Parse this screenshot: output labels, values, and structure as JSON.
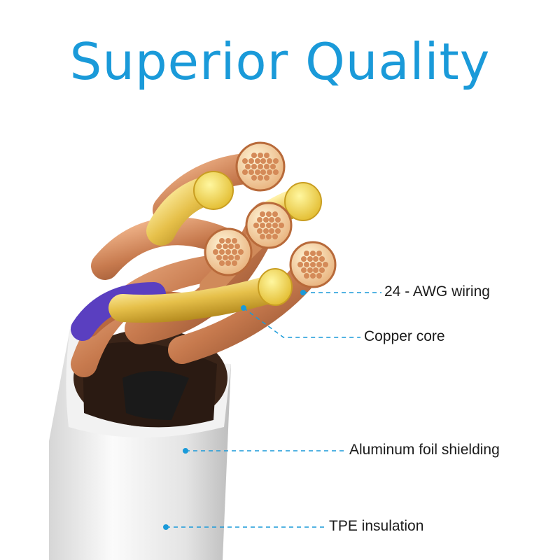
{
  "title": "Superior Quality",
  "colors": {
    "title": "#1a9ad9",
    "callout_line": "#1a9ad9",
    "copper": "#d98b5f",
    "gold": "#e8c24a",
    "purple": "#5a3fc0",
    "jacket": "#ececec"
  },
  "callouts": [
    {
      "label": "24 - AWG wiring"
    },
    {
      "label": "Copper core"
    },
    {
      "label": "Aluminum foil shielding"
    },
    {
      "label": "TPE insulation"
    }
  ]
}
